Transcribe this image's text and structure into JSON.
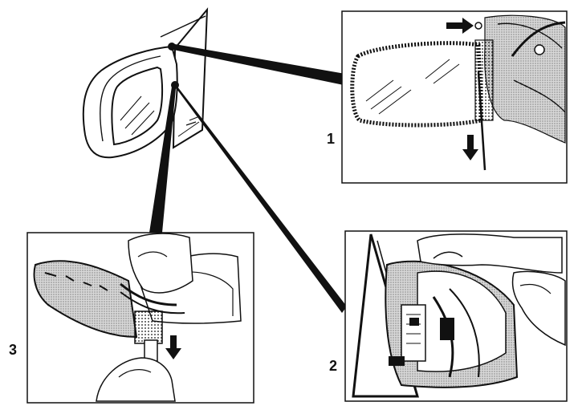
{
  "steps": [
    {
      "number": "1"
    },
    {
      "number": "2"
    },
    {
      "number": "3"
    }
  ],
  "colors": {
    "ink": "#111111",
    "shade": "#bdbdbd",
    "paper": "#ffffff"
  }
}
